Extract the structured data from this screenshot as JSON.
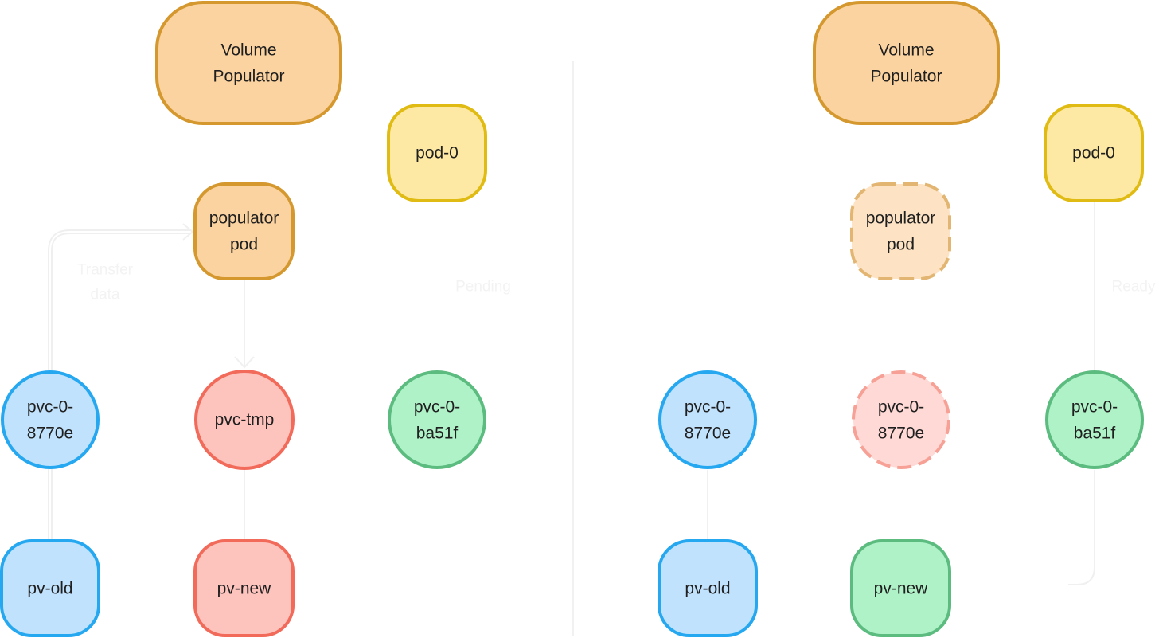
{
  "left_panel": {
    "volume_populator": {
      "line1": "Volume",
      "line2": "Populator"
    },
    "pod_0": {
      "label": "pod-0"
    },
    "populator_pod": {
      "line1": "populator",
      "line2": "pod"
    },
    "pvc_old": {
      "line1": "pvc-0-",
      "line2": "8770e"
    },
    "pvc_tmp": {
      "label": "pvc-tmp"
    },
    "pvc_new": {
      "line1": "pvc-0-",
      "line2": "ba51f"
    },
    "pv_old": {
      "label": "pv-old"
    },
    "pv_new": {
      "label": "pv-new"
    },
    "transfer_label": {
      "line1": "Transfer",
      "line2": "data"
    },
    "status_label": "Pending"
  },
  "right_panel": {
    "volume_populator": {
      "line1": "Volume",
      "line2": "Populator"
    },
    "pod_0": {
      "label": "pod-0"
    },
    "populator_pod": {
      "line1": "populator",
      "line2": "pod"
    },
    "pvc_old": {
      "line1": "pvc-0-",
      "line2": "8770e"
    },
    "pvc_tmp": {
      "line1": "pvc-0-",
      "line2": "8770e"
    },
    "pvc_new": {
      "line1": "pvc-0-",
      "line2": "ba51f"
    },
    "pv_old": {
      "label": "pv-old"
    },
    "pv_new": {
      "label": "pv-new"
    },
    "status_label": "Ready"
  },
  "colors": {
    "orange_fill": "#fbd3a0",
    "orange_stroke": "#d4982f",
    "orange_ghost_fill": "#fde3c4",
    "orange_ghost_stroke": "#e2b672",
    "yellow_fill": "#fde9a3",
    "yellow_stroke": "#e0bb13",
    "blue_fill": "#c1e2fd",
    "blue_stroke": "#26a8f0",
    "red_fill": "#fdc3bd",
    "red_stroke": "#f26a5a",
    "red_ghost_fill": "#fed9d5",
    "red_ghost_stroke": "#f7a196",
    "green_fill": "#b0f2c8",
    "green_stroke": "#5cbc80",
    "divider": "#f1f1f1"
  }
}
